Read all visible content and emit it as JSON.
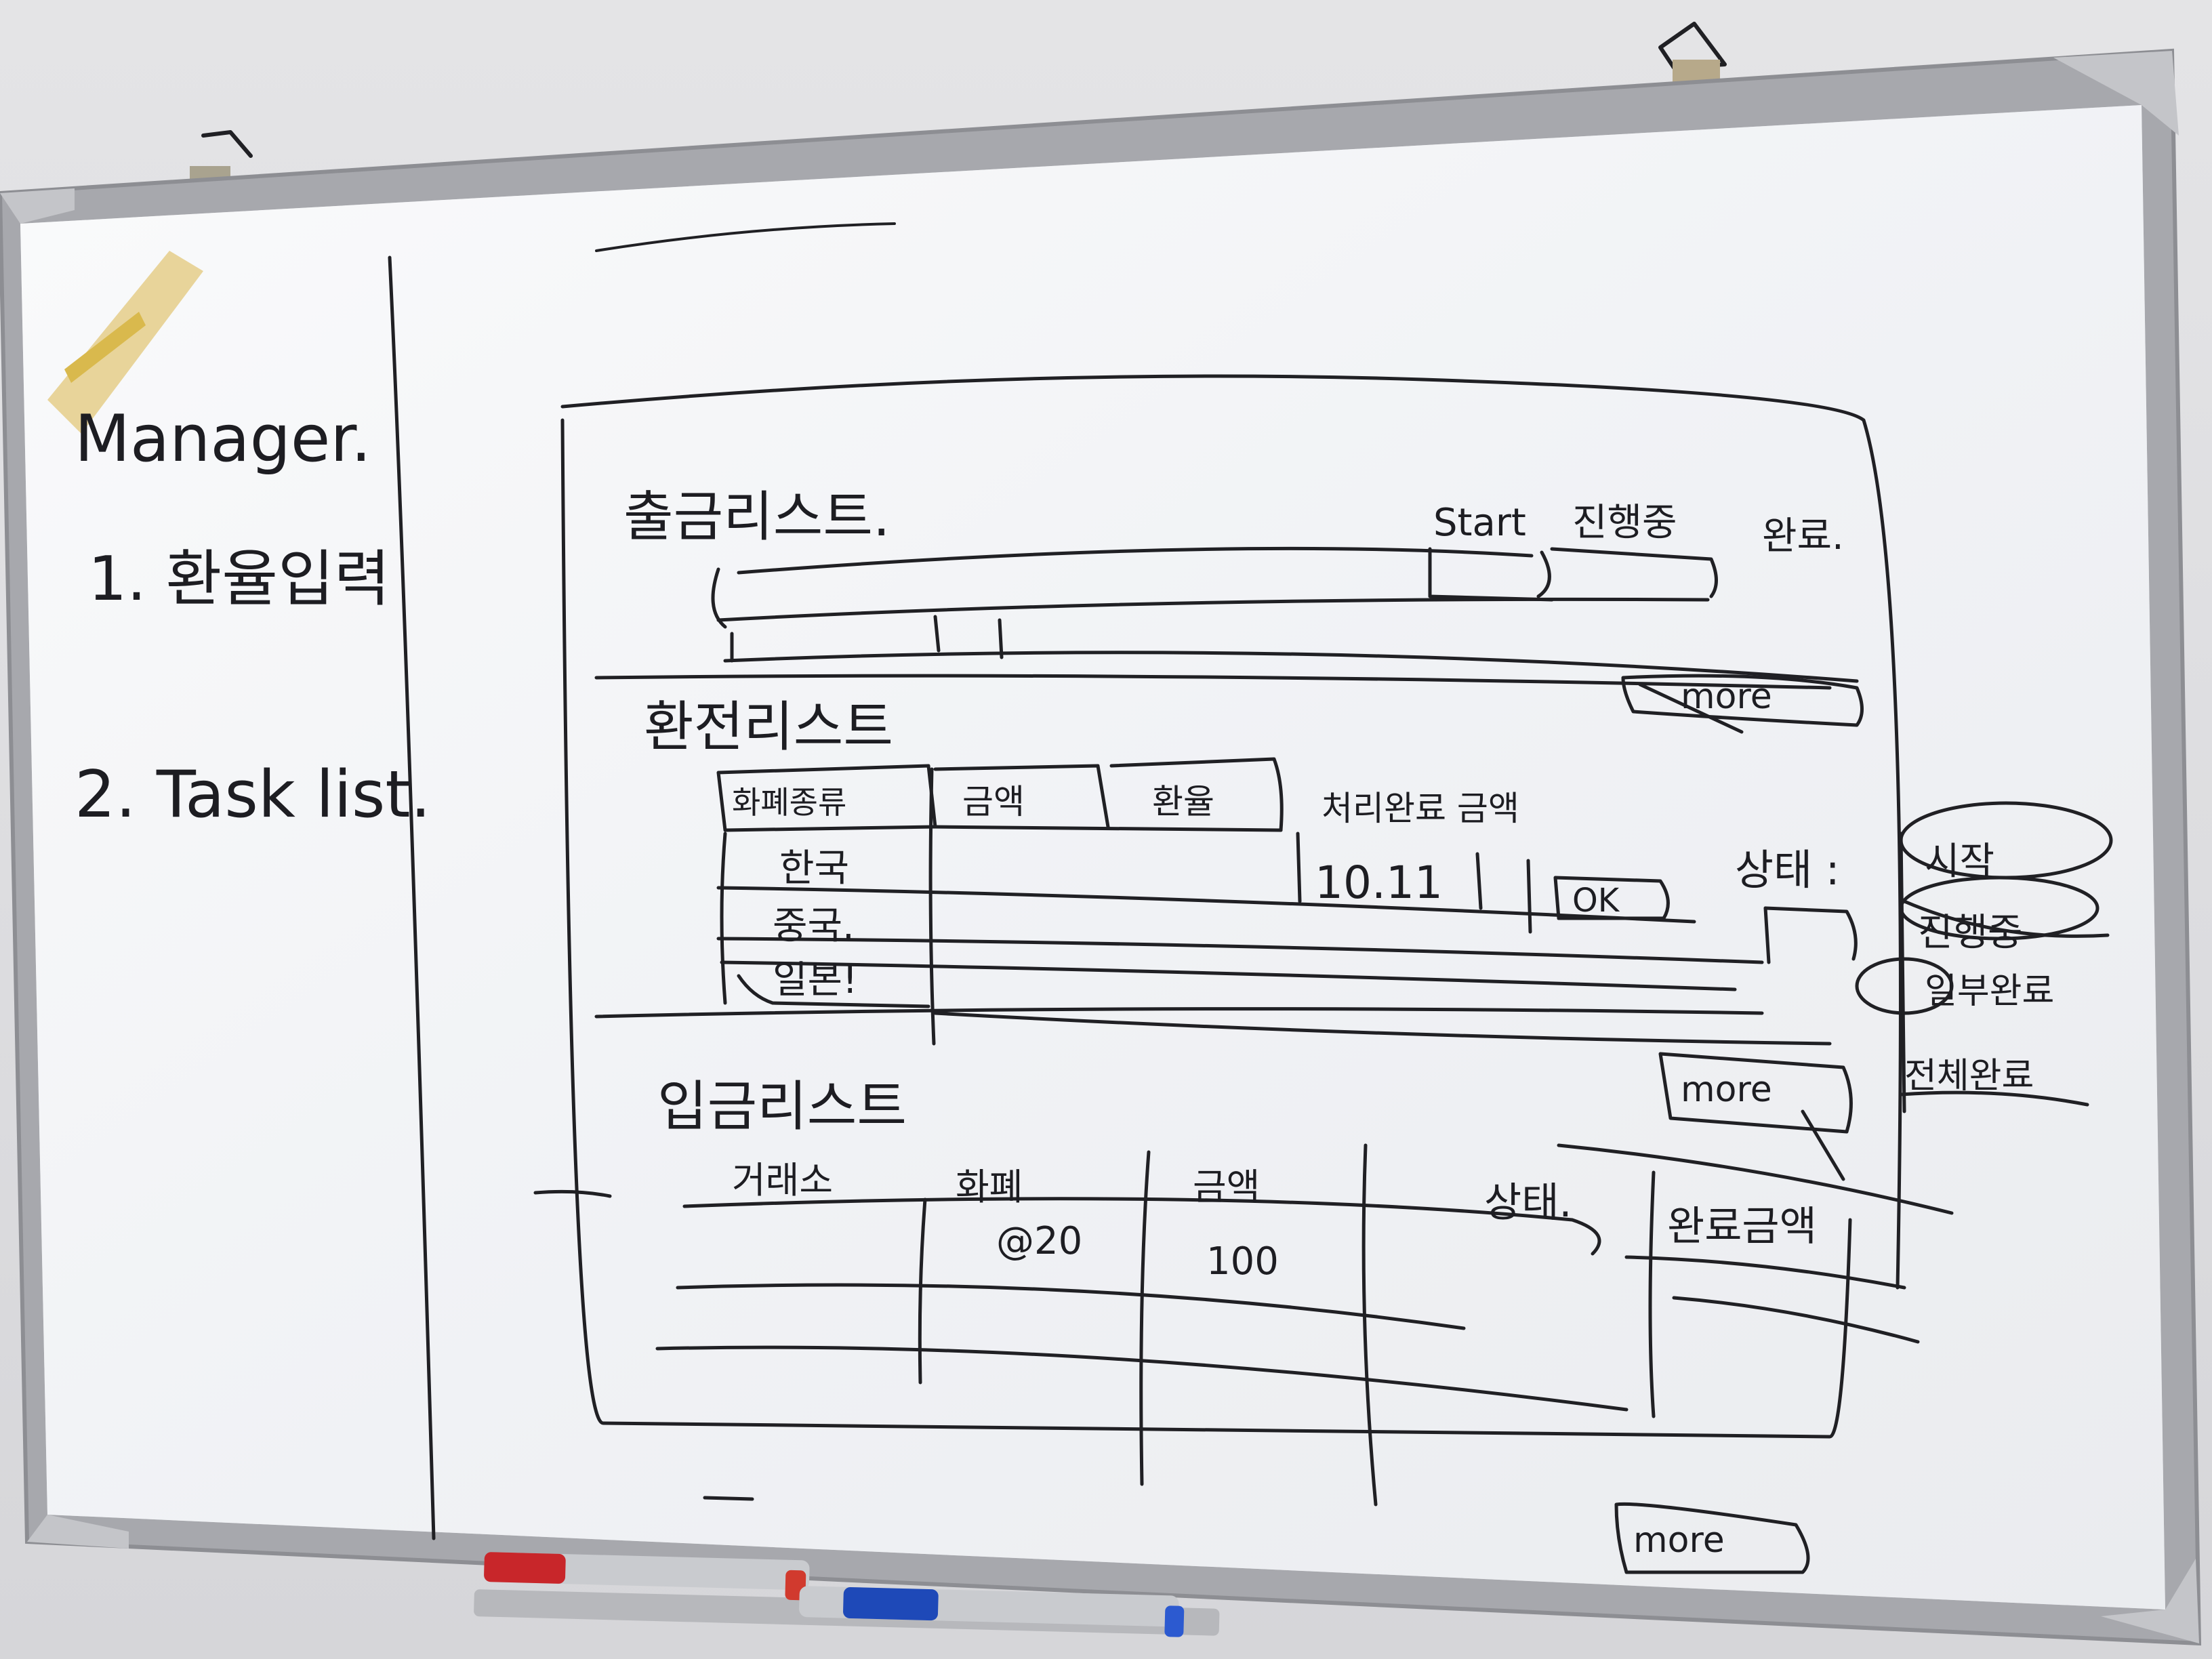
{
  "colors": {
    "wall": "#dedee1",
    "board": "#f3f4f6",
    "frame": "#a8a9ae",
    "ink": "#1d1d22",
    "marker_red": "#c8262a",
    "marker_blue": "#1e49b8"
  },
  "sidebar": {
    "title": "Manager.",
    "item1": "1. 환율입력",
    "item2": "2. Task list."
  },
  "section_top": {
    "title": "출금리스트.",
    "status_labels": [
      "Start",
      "진행중",
      "완료."
    ]
  },
  "section_mid": {
    "title": "환전리스트",
    "headers": [
      "화폐종류",
      "금액",
      "환율",
      "처리완료 금액"
    ],
    "rows": [
      "한국",
      "중국.",
      "일본!"
    ],
    "amount_value": "10.11",
    "ok_button": "OK",
    "status_label": "상태 :",
    "status_options": [
      "시작",
      "진행중",
      "일부완료",
      "전체완료"
    ]
  },
  "section_bottom": {
    "title": "입금리스트",
    "headers": [
      "거래소",
      "화폐",
      "금액",
      "상태.",
      "완료금액"
    ],
    "row_values": [
      "@20",
      "100"
    ]
  },
  "more_label": "more"
}
